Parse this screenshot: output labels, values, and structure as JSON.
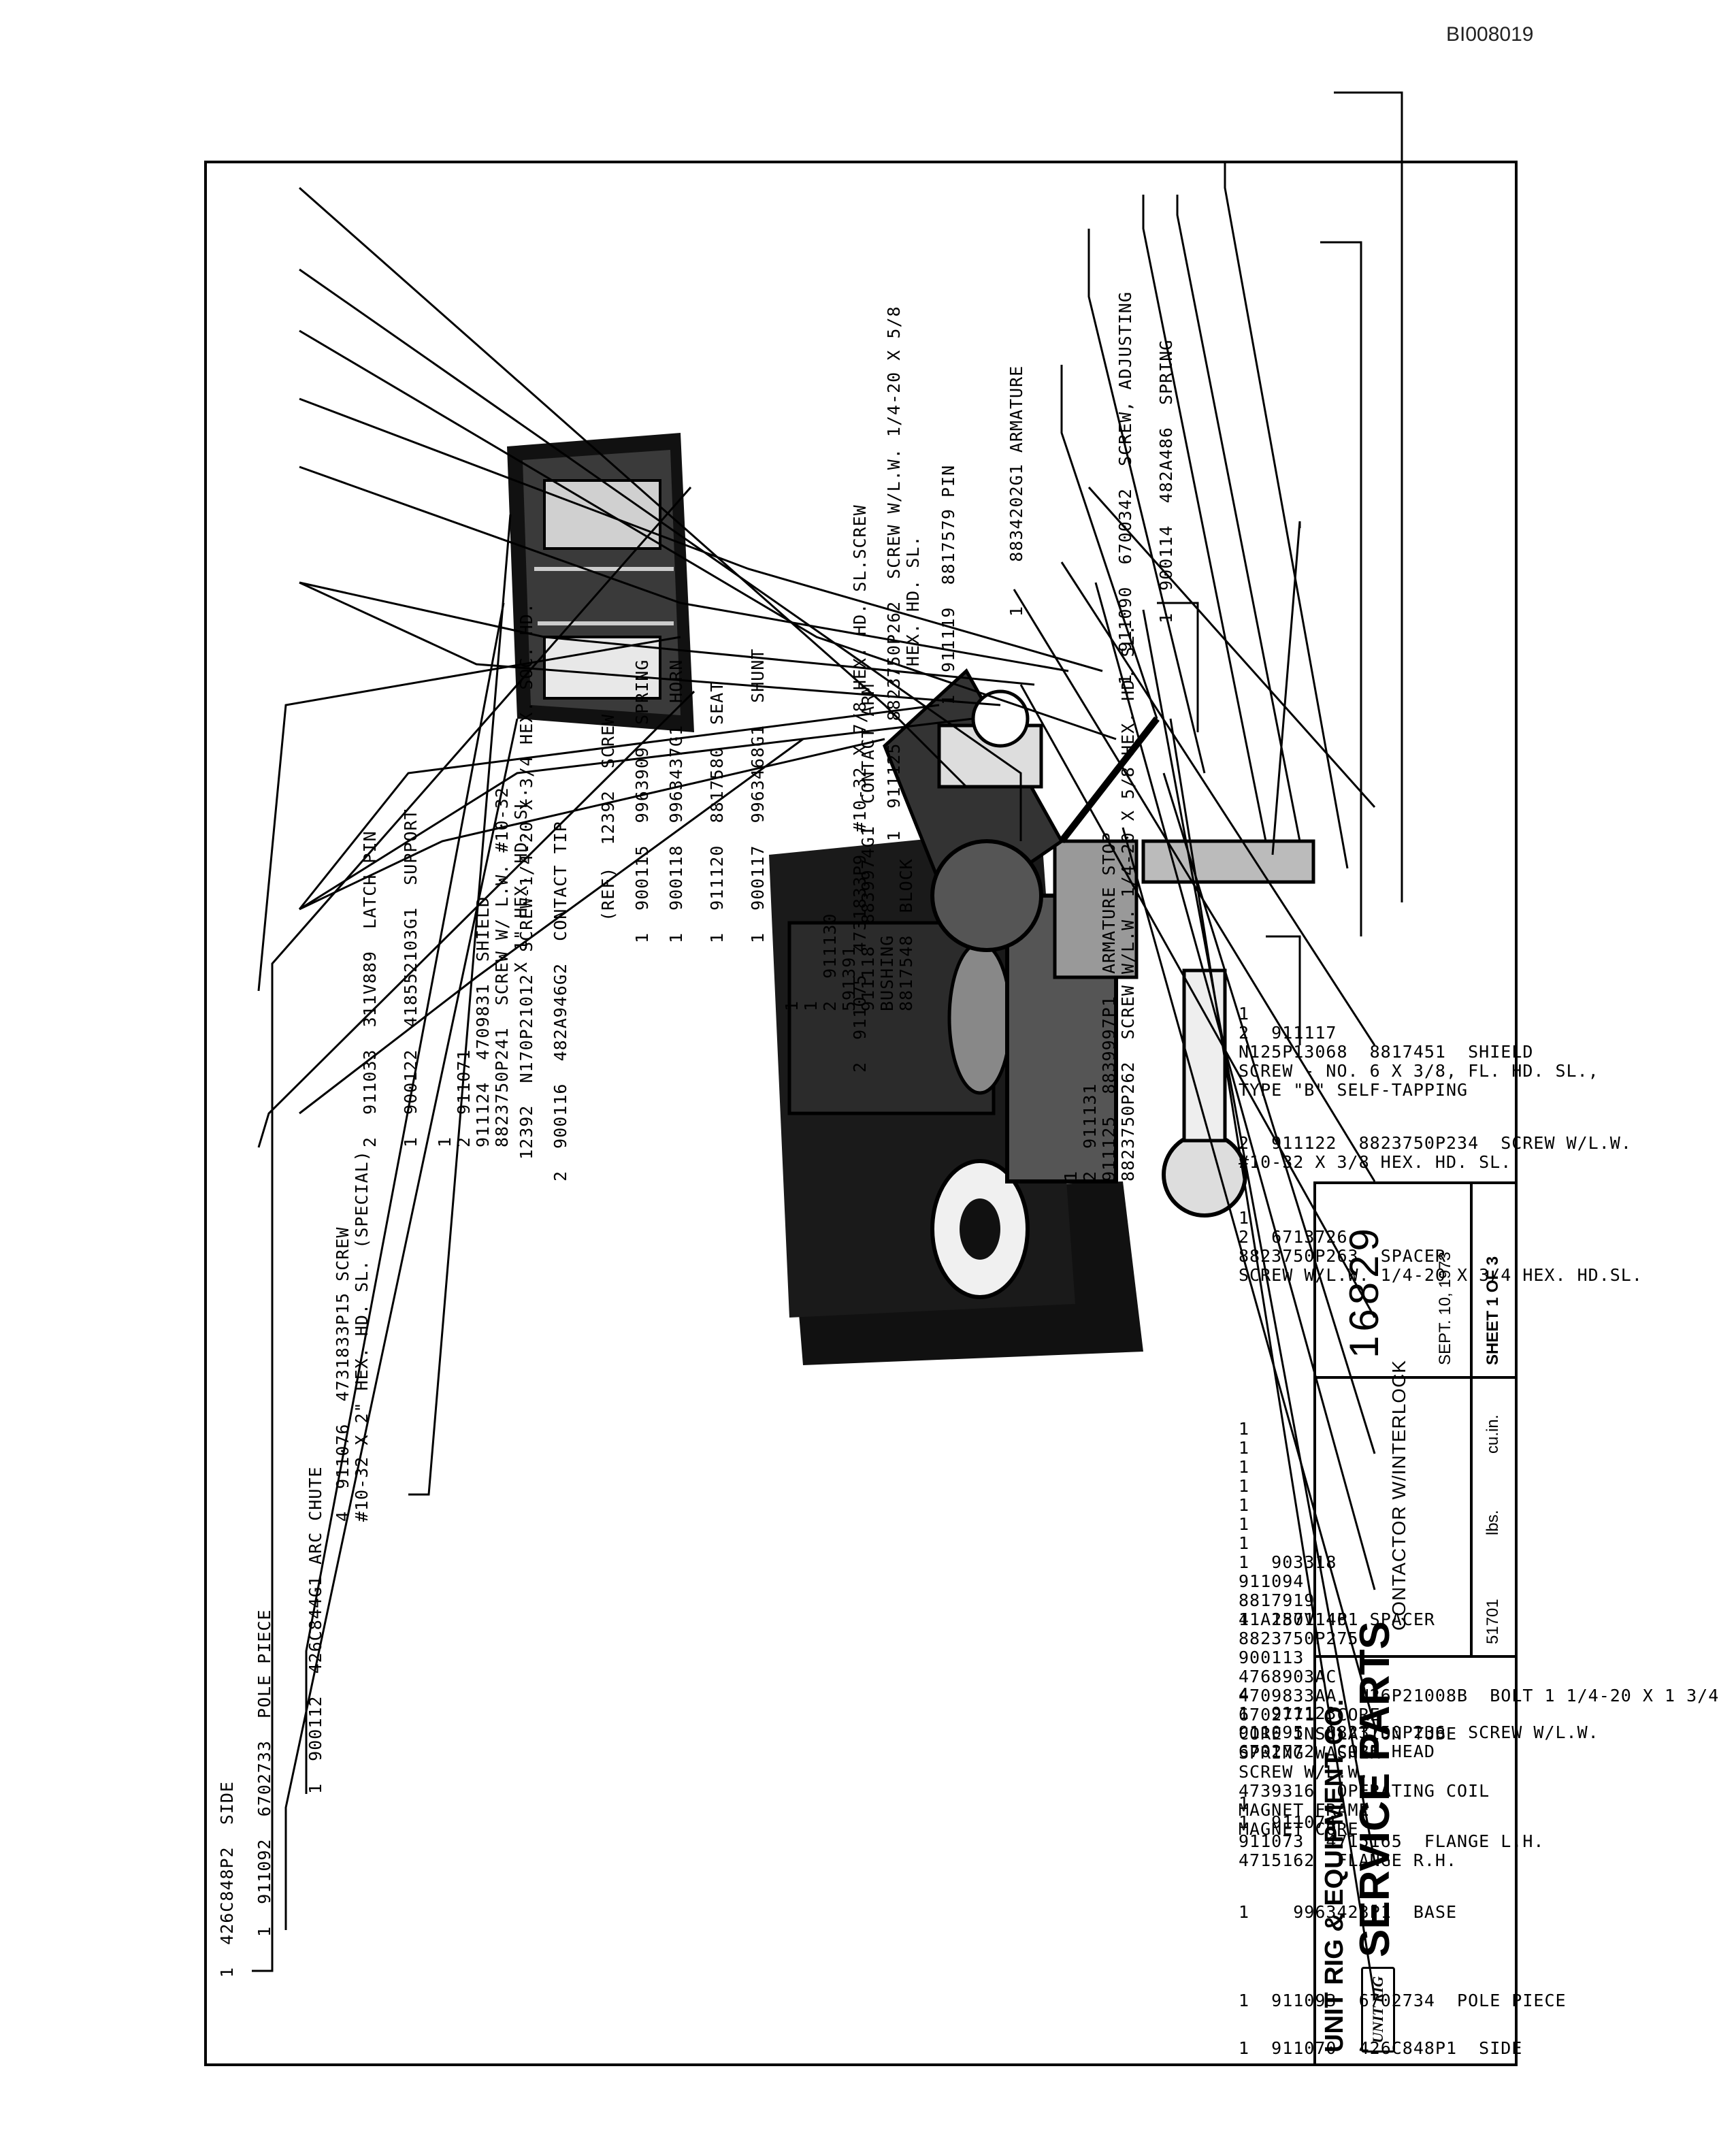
{
  "doc_id": "BI008019",
  "title_block": {
    "company": "UNIT RIG & EQUIPMENT CO.",
    "logo_text": "UNIT RIG",
    "section": "SERVICE PARTS",
    "title": "CONTACTOR W/INTERLOCK",
    "number": "16829",
    "date": "SEPT. 10, 1973",
    "code": "51701",
    "lbs": "lbs.",
    "cu_in": "cu.in.",
    "sheet": "SHEET 1   OF 3"
  },
  "callouts_upper": [
    {
      "qty": "1",
      "part": "426C848P2",
      "desc": "SIDE"
    },
    {
      "qty": "1",
      "part": "911092",
      "desc": "6702733  POLE PIECE"
    },
    {
      "qty": "1",
      "part": "900112",
      "desc": "426C844G1 ARC CHUTE"
    },
    {
      "qty": "4",
      "part": "911076",
      "desc": "4731833P15 SCREW\n#10-32 X 2\" HEX. HD. SL. (SPECIAL)"
    },
    {
      "qty": "2",
      "part": "911033",
      "desc": "311V889  LATCH PIN"
    },
    {
      "qty": "1",
      "part": "900122",
      "desc": "418552103G1  SUPPORT"
    },
    {
      "qty": "1\n2",
      "part": "911071\n911124",
      "desc": "4709831  SHIELD\n8823750P241  SCREW W/ L.W. #10-32\n                X 1\" HEX. HD. SL."
    },
    {
      "qty": "",
      "part": "12392",
      "desc": "N170P21012  SCREW-1/4-20 X 3/4 HEX. SOC. HD."
    },
    {
      "qty": "2",
      "part": "900116",
      "desc": "482A946G2  CONTACT TIP"
    },
    {
      "qty": "",
      "part": "(REF)",
      "desc": "12392  SCREW"
    },
    {
      "qty": "1",
      "part": "900115",
      "desc": "9963909  SPRING"
    },
    {
      "qty": "1",
      "part": "900118",
      "desc": "9963437G1  HORN"
    },
    {
      "qty": "1",
      "part": "911120",
      "desc": "8817580  SEAT"
    },
    {
      "qty": "1",
      "part": "900117",
      "desc": "9963468G1  SHUNT"
    },
    {
      "qty": "1\n1\n2",
      "part": "911130\n591391\n911118",
      "desc": "8839974G1  CONTACT ARM\nBUSHING\n8817548  BLOCK"
    },
    {
      "qty": "2",
      "part": "911075",
      "desc": "4731833P9  #10-32 X 7/8 HEX. HD. SL.SCREW"
    },
    {
      "qty": "1",
      "part": "911125",
      "desc": "8823750P262  SCREW W/L.W. 1/4-20 X 5/8\n                HEX. HD. SL."
    },
    {
      "qty": "1",
      "part": "911119",
      "desc": "8817579 PIN"
    },
    {
      "qty": "1",
      "part": "",
      "desc": "8834202G1 ARMATURE"
    },
    {
      "qty": "1\n2",
      "part": "911131\n911125",
      "desc": "8839997P1  ARMATURE STOP\n8823750P262  SCREW W/L.W. 1/4-20 X 5/8 HEX. HD. SL."
    },
    {
      "qty": "1",
      "part": "911090",
      "desc": "6700342  SCREW, ADJUSTING"
    },
    {
      "qty": "1",
      "part": "900114",
      "desc": "482A486  SPRING"
    }
  ],
  "callouts_lower": [
    {
      "qty": "1",
      "part": "911070",
      "desc": "426C848P1  SIDE"
    },
    {
      "qty": "1",
      "part": "911093",
      "desc": "6702734  POLE PIECE"
    },
    {
      "qty": "1",
      "part": "",
      "desc": "9963423P1  BASE"
    },
    {
      "qty": "1\n1",
      "part": "911074\n911073",
      "desc": "4715165  FLANGE L.H.\n4715162  FLANGE R.H."
    },
    {
      "qty": "4\n1",
      "part": "911123\n911095",
      "desc": "8823750P236  SCREW W/L.W.\n6702772  CORE HEAD"
    },
    {
      "qty": "1",
      "part": "187V146",
      "desc": "SPACER"
    },
    {
      "qty": "1\n1\n1\n1\n1\n1\n1\n1",
      "part": "903318\n911094\n8817919\n41A250114P1\n8823750P275\n900113\n4768903AC\n4709833AA",
      "desc": "N26P21008B  BOLT 1 1/4-20 X 1 3/4\n6702771  CORE\nCORE INSULATION TUBE\nSPRING WASHER\nSCREW W/L.W.\n4739316  OPERATING COIL\nMAGNET FRAME\nMAGNET CORE"
    },
    {
      "qty": "1\n2",
      "part": "6713726\n8823750P263",
      "desc": "SPACER\nSCREW W/L.W. 1/4-20 X 3/4 HEX. HD.SL."
    },
    {
      "qty": "2",
      "part": "911122",
      "desc": "8823750P234  SCREW W/L.W.\n#10-32 X 3/8 HEX. HD. SL."
    },
    {
      "qty": "1\n2",
      "part": "911117\nN125P13068",
      "desc": "8817451  SHIELD\nSCREW - NO. 6 X 3/8, FL. HD. SL.,\nTYPE \"B\" SELF-TAPPING"
    }
  ]
}
